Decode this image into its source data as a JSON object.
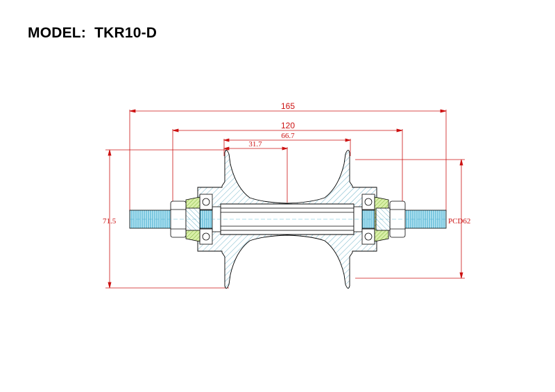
{
  "title": "MODEL:  TKR10-D",
  "dimensions": {
    "overall_length": "165",
    "flange_outer": "120",
    "flange_inner": "66.7",
    "center_offset": "31.7",
    "flange_diameter": "71.5",
    "pcd": "PCD62"
  },
  "colors": {
    "dimension": "#cc1111",
    "outline": "#000000",
    "hatch": "#6fb3c8",
    "axle": "#6cc6e0",
    "bearing_fill": "#8fcf4a"
  }
}
